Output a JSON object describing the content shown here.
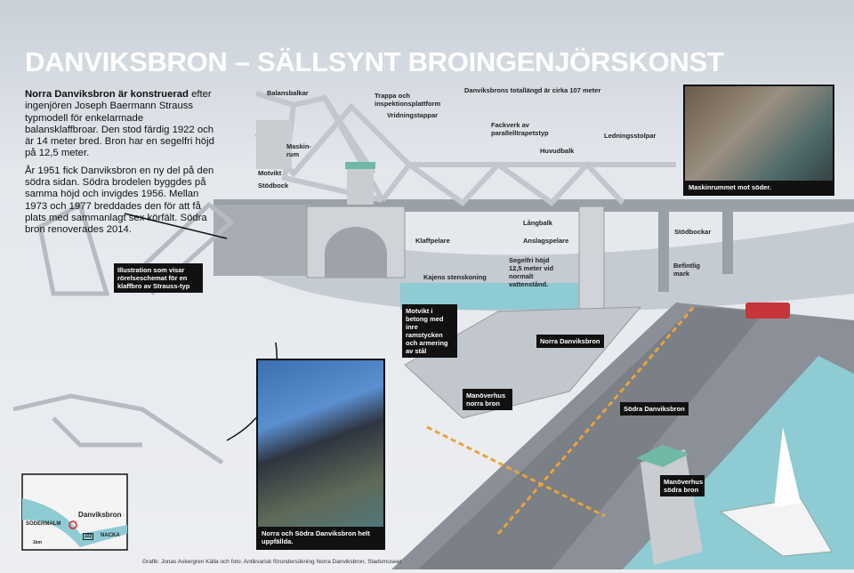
{
  "title": "DANVIKSBRON – SÄLLSYNT BROINGENJÖRSKONST",
  "intro": {
    "lead": "Norra Danviksbron är konstruerad",
    "p1": "efter ingenjören Joseph Baermann Strauss typmodell för enkelarmade balansklaffbroar. Den stod färdig 1922 och är 14 meter bred. Bron har en segelfri höjd på 12,5 meter.",
    "p2": "År 1951 fick Danviksbron en ny del på den södra sidan. Södra brodelen byggdes på samma höjd och invigdes 1956. Mellan 1973 och 1977 breddades den för att få plats med sammanlagt sex körfält. Södra bron renoverades 2014."
  },
  "labels": {
    "balansbalkar": "Balansbalkar",
    "trappa": "Trappa och inspektionsplattform",
    "vridningstappar": "Vridningstappar",
    "maskinrum": "Maskin-rum",
    "motvikt": "Motvikt",
    "stodbock": "Stödbock",
    "total": "Danviksbrons totallängd är cirka 107 meter",
    "fackverk": "Fackverk av parallelltrapetstyp",
    "huvudbalk": "Huvudbalk",
    "ledning": "Ledningsstolpar",
    "langbalk": "Långbalk",
    "klaffpelare": "Klaffpelare",
    "anslagspelare": "Anslagspelare",
    "segelfri": "Segelfri höjd 12,5 meter vid normalt vattenstånd.",
    "kajen": "Kajens stenskoning",
    "stodbockar": "Stödbockar",
    "mark": "Befintlig mark"
  },
  "callouts": {
    "illustration": "Illustration som visar rörelseschemat för en klaffbro av Strauss-typ",
    "motvikt_betong": "Motvikt i betong med inre ramstycken och armering av stål",
    "norra": "Norra Danviksbron",
    "manover_norra": "Manöverhus norra bron",
    "sodra": "Södra Danviksbron",
    "manover_sodra": "Manöverhus södra bron"
  },
  "photos": {
    "machine": "Maskinrummet mot söder.",
    "raised": "Norra och Södra Danviksbron helt uppfällda."
  },
  "map": {
    "bridge": "Danviksbron",
    "sodermalm": "SÖDERMALM",
    "nacka": "NACKA",
    "road": "222",
    "scale": "1km"
  },
  "credit": "Grafik: Jonas Askergren   Källa och foto: Antikvarisk förundersökning Norra Danviksbron, Stadsmuseet",
  "colors": {
    "water": "#8fcbd3",
    "steel": "#b9bec6",
    "road": "#7b7f86",
    "roof": "#6fb9a6"
  }
}
